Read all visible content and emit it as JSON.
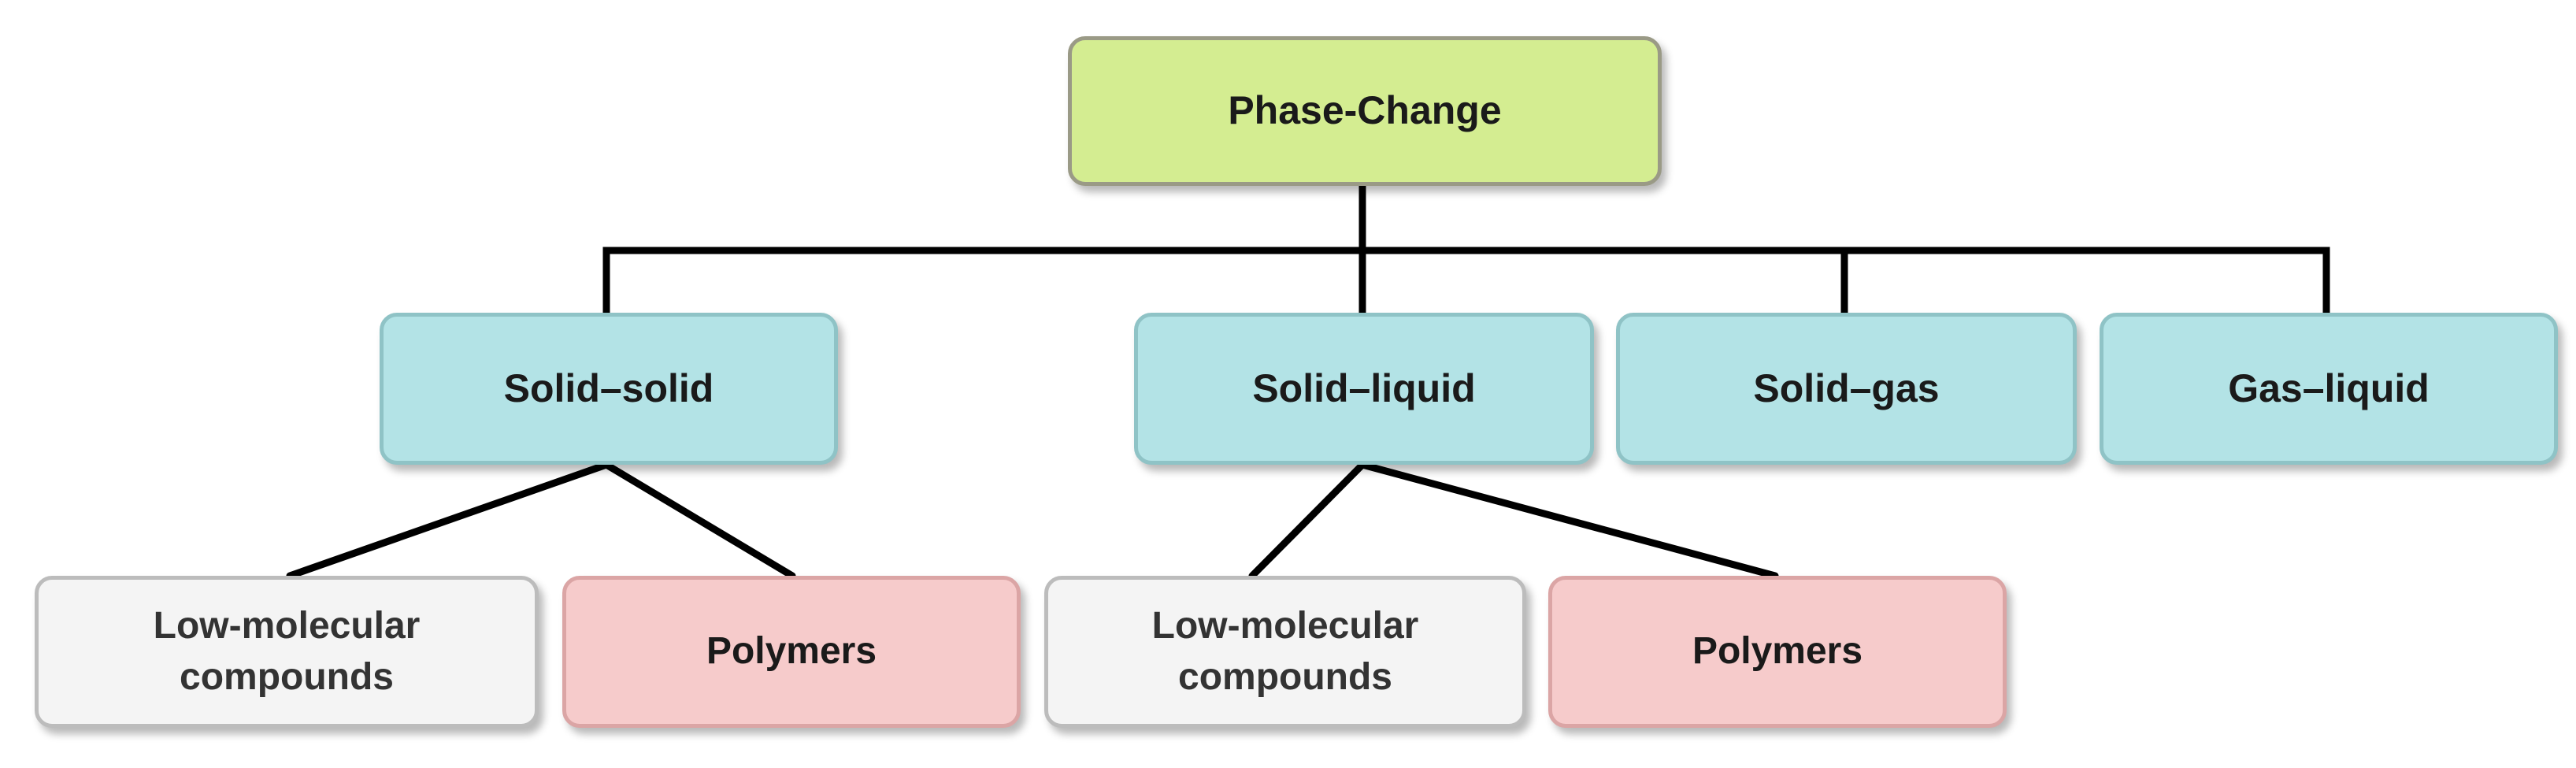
{
  "diagram": {
    "root": {
      "label": "Phase-Change"
    },
    "categories": [
      {
        "label": "Solid–solid"
      },
      {
        "label": "Solid–liquid"
      },
      {
        "label": "Solid–gas"
      },
      {
        "label": "Gas–liquid"
      }
    ],
    "leaves": [
      {
        "line1": "Low-molecular",
        "line2": "compounds"
      },
      {
        "label": "Polymers"
      },
      {
        "line1": "Low-molecular",
        "line2": "compounds"
      },
      {
        "label": "Polymers"
      }
    ],
    "colors": {
      "root_fill": "#d4ed91",
      "category_fill": "#b3e3e6",
      "low_molecular_fill": "#f4f4f4",
      "polymer_fill": "#f6cbcb",
      "connector": "#000000"
    }
  }
}
